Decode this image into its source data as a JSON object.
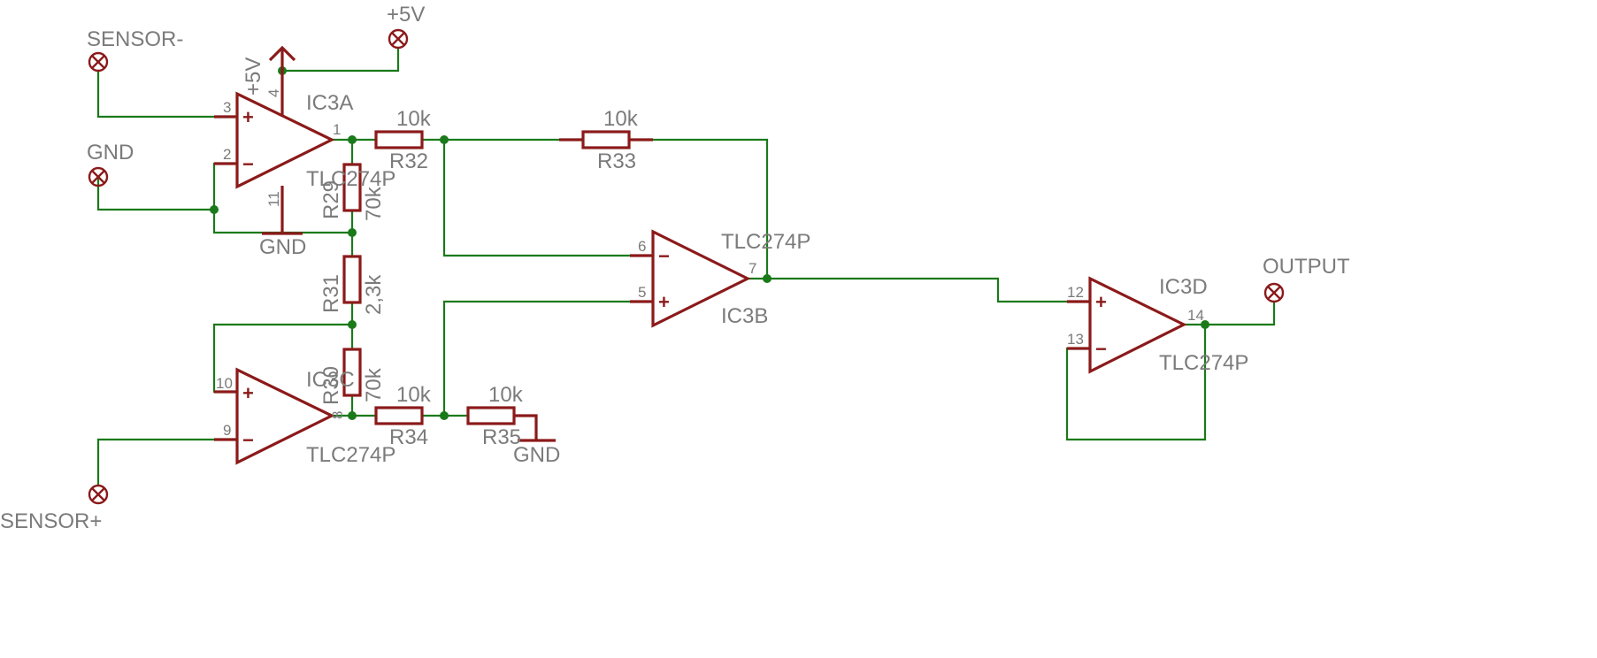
{
  "connectors": {
    "sensor_minus": "SENSOR-",
    "gnd": "GND",
    "plus5v": "+5V",
    "sensor_plus": "SENSOR+",
    "output": "OUTPUT"
  },
  "power": {
    "supply_label": "+5V",
    "gnd_symbol_a": "GND",
    "gnd_symbol_b": "GND"
  },
  "opamps": {
    "ic3a": {
      "name": "IC3A",
      "value": "TLC274P",
      "pin_plus": "3",
      "pin_minus": "2",
      "pin_out": "1",
      "pin_vcc": "4",
      "pin_gnd": "11"
    },
    "ic3c": {
      "name": "IC3C",
      "value": "TLC274P",
      "pin_plus": "10",
      "pin_minus": "9",
      "pin_out": "8"
    },
    "ic3b": {
      "name": "IC3B",
      "value": "TLC274P",
      "pin_minus": "6",
      "pin_plus": "5",
      "pin_out": "7"
    },
    "ic3d": {
      "name": "IC3D",
      "value": "TLC274P",
      "pin_plus": "12",
      "pin_minus": "13",
      "pin_out": "14"
    }
  },
  "resistors": {
    "r29": {
      "name": "R29",
      "value": "70k"
    },
    "r30": {
      "name": "R30",
      "value": "70k"
    },
    "r31": {
      "name": "R31",
      "value": "2,3k"
    },
    "r32": {
      "name": "R32",
      "value": "10k"
    },
    "r33": {
      "name": "R33",
      "value": "10k"
    },
    "r34": {
      "name": "R34",
      "value": "10k"
    },
    "r35": {
      "name": "R35",
      "value": "10k"
    }
  },
  "op_signs": {
    "plus": "+",
    "minus": "−"
  }
}
